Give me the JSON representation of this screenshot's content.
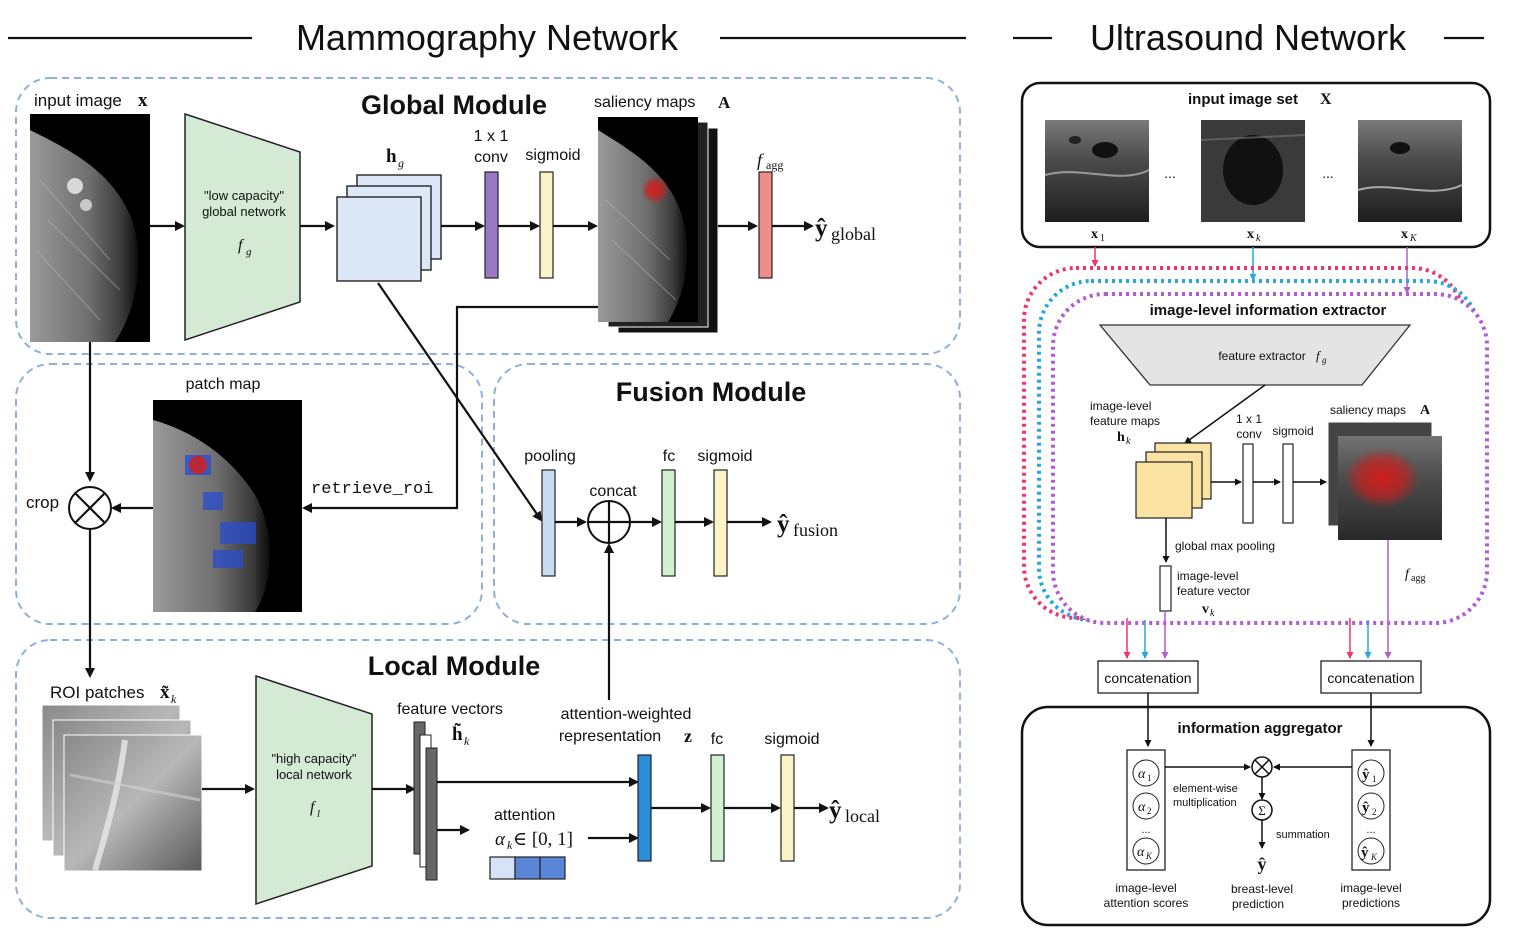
{
  "headers": {
    "mammography": "Mammography Network",
    "ultrasound": "Ultrasound Network"
  },
  "global_module": {
    "title": "Global Module",
    "input_label": "input image",
    "input_symbol": "x",
    "network_line1": "\"low capacity\"",
    "network_line2": "global network",
    "network_symbol": "f",
    "network_sub": "g",
    "features_symbol": "h",
    "features_sub": "g",
    "conv_line1": "1 x 1",
    "conv_line2": "conv",
    "sigmoid": "sigmoid",
    "saliency_label": "saliency maps",
    "saliency_symbol": "A",
    "agg_symbol": "f",
    "agg_sub": "agg",
    "output_symbol": "ŷ",
    "output_sub": "global"
  },
  "patch_area": {
    "patch_map_label": "patch map",
    "retrieve_label": "retrieve_roi",
    "crop_label": "crop"
  },
  "fusion_module": {
    "title": "Fusion Module",
    "pooling": "pooling",
    "concat": "concat",
    "fc": "fc",
    "sigmoid": "sigmoid",
    "output_symbol": "ŷ",
    "output_sub": "fusion"
  },
  "local_module": {
    "title": "Local Module",
    "roi_label": "ROI patches",
    "roi_symbol": "x̃",
    "roi_sub": "k",
    "network_line1": "\"high capacity\"",
    "network_line2": "local network",
    "network_symbol": "f",
    "network_sub": "l",
    "fv_label": "feature vectors",
    "fv_symbol": "h̃",
    "fv_sub": "k",
    "attn_weighted_line1": "attention-weighted",
    "attn_weighted_line2": "representation",
    "z_symbol": "z",
    "fc": "fc",
    "sigmoid": "sigmoid",
    "attention_label": "attention",
    "attention_formula": "α",
    "attention_sub": "k",
    "attention_range": " ∈ [0, 1]",
    "output_symbol": "ŷ",
    "output_sub": "local"
  },
  "ultrasound": {
    "input_set_label": "input image set",
    "input_set_symbol": "X",
    "ellipsis": "...",
    "x1": "x",
    "x1_sub": "1",
    "xk": "x",
    "xk_sub": "k",
    "xK": "x",
    "xK_sub": "K",
    "extractor_title": "image-level information extractor",
    "feature_extractor": "feature extractor",
    "fe_symbol": "f",
    "fe_sub": "g",
    "ilfm_line1": "image-level",
    "ilfm_line2": "feature maps",
    "hk": "h",
    "hk_sub": "k",
    "conv_line1": "1 x 1",
    "conv_line2": "conv",
    "sigmoid": "sigmoid",
    "saliency_label": "saliency maps",
    "saliency_symbol": "A",
    "gmp": "global max pooling",
    "ilfv_line1": "image-level",
    "ilfv_line2": "feature vector",
    "vk": "v",
    "vk_sub": "k",
    "fagg": "f",
    "fagg_sub": "agg",
    "concat_left": "concatenation",
    "concat_right": "concatenation",
    "aggregator_title": "information aggregator",
    "alpha1": "α",
    "alpha1_sub": "1",
    "alpha2": "α",
    "alpha2_sub": "2",
    "alphaK": "α",
    "alphaK_sub": "K",
    "y1": "ŷ",
    "y1_sub": "1",
    "y2": "ŷ",
    "y2_sub": "2",
    "yK": "ŷ",
    "yK_sub": "K",
    "elementwise_line1": "element-wise",
    "elementwise_line2": "multiplication",
    "summation": "summation",
    "sigma": "Σ",
    "y_out": "ŷ",
    "att_scores_line1": "image-level",
    "att_scores_line2": "attention scores",
    "breast_line1": "breast-level",
    "breast_line2": "prediction",
    "preds_line1": "image-level",
    "preds_line2": "predictions"
  },
  "colors": {
    "module_border": "#8fb0dc",
    "green_net": "#d4ead5",
    "feature_blue": "#dce8f8",
    "conv_purple": "#9b78c4",
    "sigmoid_yellow": "#fbf4c8",
    "agg_red": "#ef8c8c",
    "pool_blue": "#c9dcf2",
    "fc_green": "#d1f2d0",
    "z_blue": "#2a8fd8",
    "attn_blue": "#5b86d8",
    "us_yellow": "#fbe3a4",
    "pink_path": "#f0356a",
    "cyan_path": "#27a7e0",
    "purple_path": "#b35cd0"
  }
}
